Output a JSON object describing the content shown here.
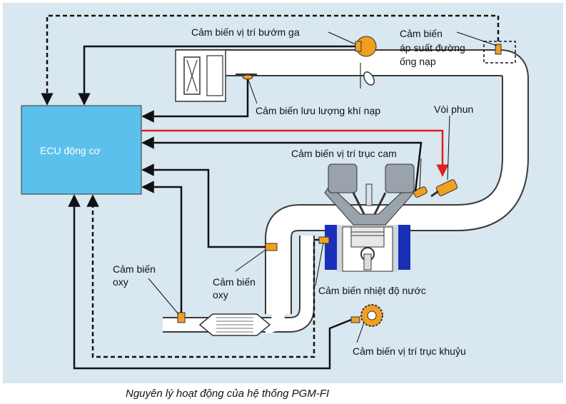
{
  "colors": {
    "panel": "#d8e7f0",
    "ecu": "#5bc0eb",
    "pipe": "#ffffff",
    "pipe_outline": "#3a3a3a",
    "signal_line": "#111111",
    "injector_line": "#e02020",
    "engine_block": "#1a2fb8",
    "sensor_orange": "#f0a020",
    "head_grey": "#9aa3ab"
  },
  "ecu": {
    "label": "ECU động cơ"
  },
  "labels": {
    "throttle_sensor": "Cảm biến vị trí bướm ga",
    "map_sensor_line1": "Cảm biến",
    "map_sensor_line2": "áp suất đường",
    "map_sensor_line3": "ống nạp",
    "airflow_sensor": "Cảm biến lưu lượng khí nạp",
    "injector": "Vòi phun",
    "cam_sensor": "Cảm biến vị trí trục cam",
    "oxy_left_line1": "Cảm biến",
    "oxy_left_line2": "oxy",
    "oxy_mid_line1": "Cảm biến",
    "oxy_mid_line2": "oxy",
    "coolant_sensor": "Cảm biến nhiệt độ nước",
    "crank_sensor": "Cảm biến vị trí trục khuỷu"
  },
  "caption": "Nguyên lý hoạt động của hệ thống PGM-FI"
}
